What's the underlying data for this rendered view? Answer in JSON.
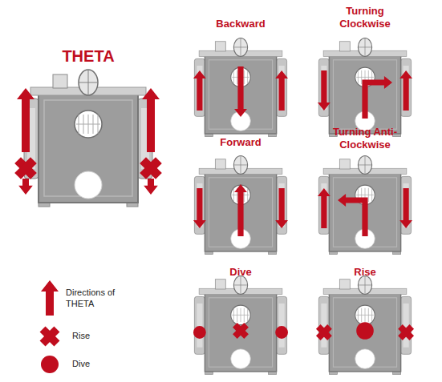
{
  "diagram": {
    "title": "THETA",
    "labels": [
      "Backward",
      "Turning Clockwise",
      "Forward",
      "Turning Anti-Clockwise",
      "Dive",
      "Rise"
    ],
    "legend": [
      {
        "text": "Directions of THETA"
      },
      {
        "text": "Rise"
      },
      {
        "text": "Dive"
      }
    ]
  }
}
